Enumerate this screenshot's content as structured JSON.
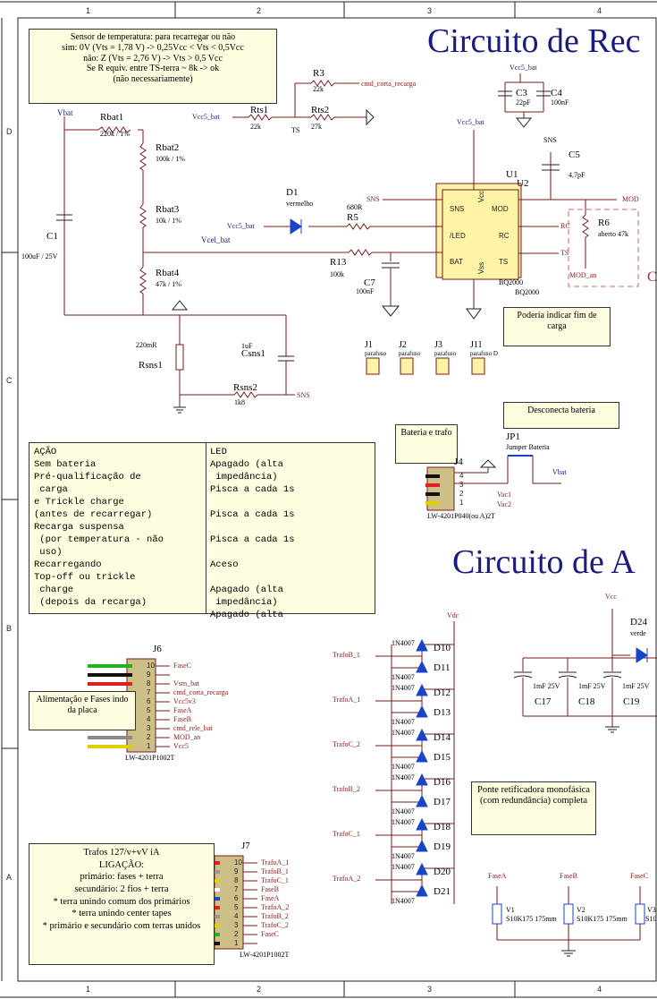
{
  "titles": {
    "charge": "Circuito de Rec",
    "supply": "Circuito de A"
  },
  "grid": {
    "cols": [
      "1",
      "2",
      "3",
      "4"
    ],
    "rows": [
      "D",
      "C",
      "B",
      "A"
    ]
  },
  "notes": {
    "sensor": [
      "Sensor de temperatura: para recarregar ou não",
      "sim: 0V (Vts = 1,78 V) -> 0,25Vcc < Vts < 0,5Vcc",
      "não: Z (Vts = 2,76 V) -> Vts > 0,5 Vcc",
      "Se R equiv. entre TS-terra ~ 8k -> ok",
      "(não necessariamente)"
    ],
    "fim_carga": "Poderia indicar fim de carga",
    "desconecta": "Desconecta bateria",
    "bateria_trafo": "Bateria e trafo",
    "alimentacao": "Alimentação e Fases indo da placa",
    "ponte": "Ponte retificadora monofásica (com redundância) completa",
    "trafos": [
      "Trafos 127/v+vV iA",
      "LIGAÇÃO:",
      "primário: fases + terra",
      "secundário: 2 fios + terra",
      "* terra unindo comum dos primários",
      "* terra unindo center tapes",
      "* primário e secundário com terras unidos"
    ]
  },
  "led_table": {
    "header_acao": "AÇÃO",
    "header_led": "LED",
    "acao": "Sem bateria\nPré-qualificação de\n carga\ne Trickle charge\n(antes de recarregar)\nRecarga suspensa\n (por temperatura - não\n uso)\nRecarregando\nTop-off ou trickle\n charge\n (depois da recarga)",
    "led": "Apagado (alta\n impedância)\nPisca a cada 1s\n\nPisca a cada 1s\n\nPisca a cada 1s\n\nAceso\n\nApagado (alta\n impedância)\nApagado (alta"
  },
  "components": {
    "rbat1": {
      "ref": "Rbat1",
      "val": "220k / 1%"
    },
    "rbat2": {
      "ref": "Rbat2",
      "val": "100k / 1%"
    },
    "rbat3": {
      "ref": "Rbat3",
      "val": "10k / 1%"
    },
    "rbat4": {
      "ref": "Rbat4",
      "val": "47k / 1%"
    },
    "c1": {
      "ref": "C1",
      "val": "100uF / 25V"
    },
    "rts1": {
      "ref": "Rts1",
      "val": "22k"
    },
    "rts2": {
      "ref": "Rts2",
      "val": "27k"
    },
    "r3": {
      "ref": "R3",
      "val": "22k"
    },
    "c3": {
      "ref": "C3",
      "val": "22pF"
    },
    "c4": {
      "ref": "C4",
      "val": "100nF"
    },
    "c5": {
      "ref": "C5",
      "val": "4,7pF"
    },
    "d1": {
      "ref": "D1",
      "val": "vermelho"
    },
    "r5": {
      "ref": "R5",
      "val": "680R"
    },
    "r13": {
      "ref": "R13",
      "val": "100k"
    },
    "c7": {
      "ref": "C7",
      "val": "100nF"
    },
    "r6": {
      "ref": "R6",
      "val": "aberto 47k"
    },
    "u1": {
      "ref": "U1",
      "val": "BQ2000"
    },
    "u2": {
      "ref": "U2",
      "val": "BQ2000"
    },
    "rsns1": {
      "ref": "Rsns1",
      "val": "220mR"
    },
    "csns1": {
      "ref": "Csns1",
      "val": "1uF"
    },
    "rsns2": {
      "ref": "Rsns2",
      "val": "1k8"
    },
    "jp1": {
      "ref": "JP1",
      "val": "Jumper Bateria"
    },
    "j4": {
      "ref": "J4",
      "val": "LW-4201P040(ou A)2T"
    },
    "j6": {
      "ref": "J6",
      "val": "LW-4201P1002T"
    },
    "j7": {
      "ref": "J7",
      "val": "LW-4201P1002T"
    },
    "d24": {
      "ref": "D24",
      "val": "verde"
    },
    "c17": {
      "ref": "C17",
      "val": "1mF 25V"
    },
    "c18": {
      "ref": "C18",
      "val": "1mF 25V"
    },
    "c19": {
      "ref": "C19",
      "val": "1mF 25V"
    },
    "v1": {
      "ref": "V1",
      "val": "S10K175 175mm"
    },
    "v2": {
      "ref": "V2",
      "val": "S10K175 175mm"
    },
    "v3": {
      "ref": "V3",
      "val": "S10"
    }
  },
  "u_pins": {
    "sns": "SNS",
    "led": "/LED",
    "bat": "BAT",
    "mod": "MOD",
    "rc": "RC",
    "ts": "TS",
    "vcc": "Vcc",
    "vss": "Vss"
  },
  "nets": {
    "vbat": "Vbat",
    "vcc5_bat": "Vcc5_bat",
    "ts": "TS",
    "cmd_corta_recarga": "cmd_corta_recarga",
    "sns": "SNS",
    "mod": "MOD",
    "rc": "RC",
    "mod_an": "MOD_an",
    "vcel_bat": "Vcel_bat",
    "vac1": "Vac1",
    "vac2": "Vac2",
    "vdc": "Vdc",
    "vcc": "Vcc",
    "fasea": "FaseA",
    "faseb": "FaseB",
    "fasec": "FaseC"
  },
  "headers_j": [
    {
      "ref": "J1",
      "val": "parafuso"
    },
    {
      "ref": "J2",
      "val": "parafuso"
    },
    {
      "ref": "J3",
      "val": "parafuso"
    },
    {
      "ref": "J11",
      "val": "parafuso D"
    }
  ],
  "j6_pins": [
    {
      "n": "10",
      "net": "FaseC",
      "color": "#21b321"
    },
    {
      "n": "9",
      "net": "",
      "color": "#111111"
    },
    {
      "n": "8",
      "net": "Vsm_bat",
      "color": "#e02020"
    },
    {
      "n": "7",
      "net": "cmd_corta_recarga",
      "color": "#111111"
    },
    {
      "n": "6",
      "net": "Vcc5v3",
      "color": "#e0d000"
    },
    {
      "n": "5",
      "net": "FaseA",
      "color": "#1844c8"
    },
    {
      "n": "4",
      "net": "FaseB",
      "color": "#e02020"
    },
    {
      "n": "3",
      "net": "cmd_rele_bat",
      "color": "#dddddd"
    },
    {
      "n": "2",
      "net": "MOD_an",
      "color": "#8a8a8a"
    },
    {
      "n": "1",
      "net": "Vcc5",
      "color": "#e0d000"
    }
  ],
  "j7_pins": [
    {
      "n": "10",
      "net": "TrafoA_1",
      "color": "#e02020"
    },
    {
      "n": "9",
      "net": "TrafoB_1",
      "color": "#999999"
    },
    {
      "n": "8",
      "net": "TrafoC_1",
      "color": "#e0d000"
    },
    {
      "n": "7",
      "net": "FaseB",
      "color": "#ffffff"
    },
    {
      "n": "6",
      "net": "FaseA",
      "color": "#1844c8"
    },
    {
      "n": "5",
      "net": "TrafoA_2",
      "color": "#e02020"
    },
    {
      "n": "4",
      "net": "TrafoB_2",
      "color": "#999999"
    },
    {
      "n": "3",
      "net": "TrafoC_2",
      "color": "#e0d000"
    },
    {
      "n": "2",
      "net": "FaseC",
      "color": "#21b321"
    },
    {
      "n": "1",
      "net": "",
      "color": "#111111"
    }
  ],
  "j4_pins": [
    {
      "n": "4",
      "color": "#111111"
    },
    {
      "n": "3",
      "color": "#e02020"
    },
    {
      "n": "2",
      "color": "#111111"
    },
    {
      "n": "1",
      "color": "#e0d000"
    }
  ],
  "bridge": [
    {
      "in": "TrafoB_1",
      "d1": "D10",
      "d2": "D11"
    },
    {
      "in": "TrafoA_1",
      "d1": "D12",
      "d2": "D13"
    },
    {
      "in": "TrafoC_2",
      "d1": "D14",
      "d2": "D15"
    },
    {
      "in": "TrafoB_2",
      "d1": "D16",
      "d2": "D17"
    },
    {
      "in": "TrafoC_1",
      "d1": "D18",
      "d2": "D19"
    },
    {
      "in": "TrafoA_2",
      "d1": "D20",
      "d2": "D21"
    }
  ],
  "diode_part": "1N4007",
  "partial": {
    "c_red": "C"
  }
}
